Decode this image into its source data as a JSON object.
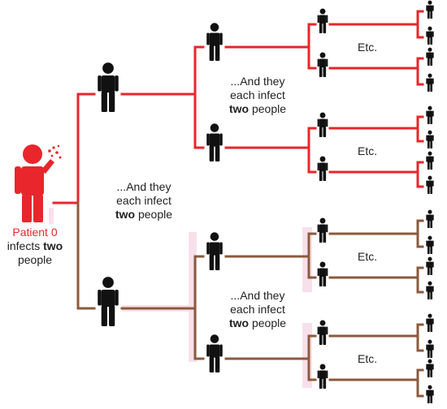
{
  "colors": {
    "red": "#e8262b",
    "brown": "#8b5a3c",
    "black": "#111111",
    "highlight": "#f6d6e4"
  },
  "patient": {
    "name": "Patient 0",
    "line2_prefix": "infects ",
    "line2_bold": "two",
    "line3": "people",
    "icon": "coughing-person-icon"
  },
  "gen_label": {
    "line1": "...And they",
    "line2": "each infect",
    "bold": "two",
    "suffix": " people"
  },
  "etc_label": "Etc."
}
